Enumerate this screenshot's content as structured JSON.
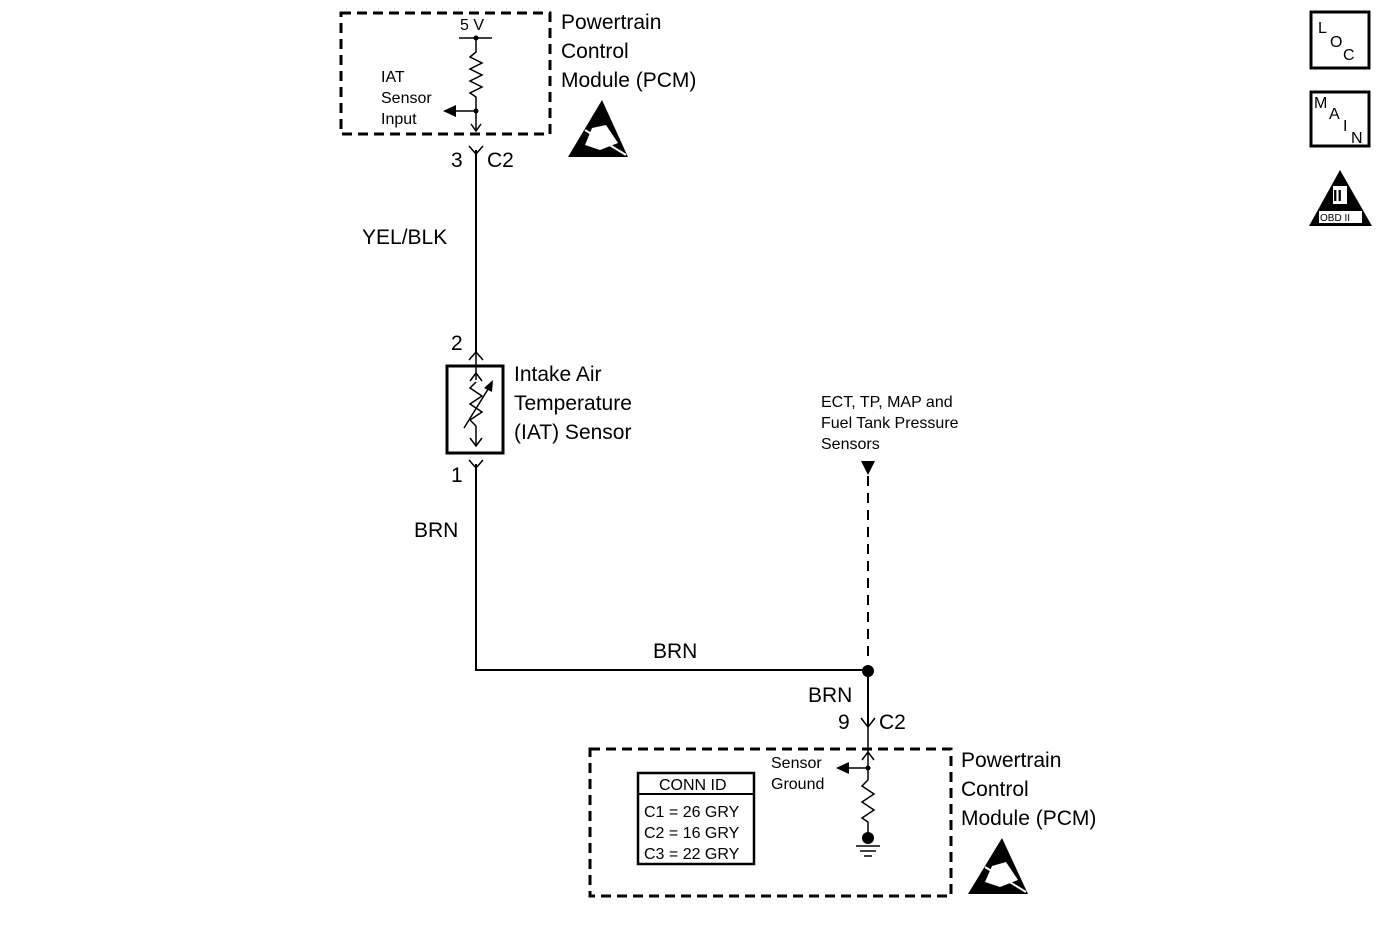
{
  "pcm_top": {
    "title_lines": [
      "Powertrain",
      "Control",
      "Module (PCM)"
    ],
    "voltage": "5 V",
    "input_label_lines": [
      "IAT",
      "Sensor",
      "Input"
    ],
    "pin": "3",
    "connector": "C2"
  },
  "wire_top": {
    "color_label": "YEL/BLK"
  },
  "iat_sensor": {
    "title_lines": [
      "Intake Air",
      "Temperature",
      "(IAT) Sensor"
    ],
    "pin_top": "2",
    "pin_bottom": "1"
  },
  "wire_left": {
    "color_label": "BRN"
  },
  "wire_horizontal": {
    "color_label": "BRN"
  },
  "other_sensors": {
    "label_lines": [
      "ECT, TP, MAP and",
      "Fuel Tank Pressure",
      "Sensors"
    ]
  },
  "wire_bottom": {
    "color_label": "BRN"
  },
  "pcm_bottom": {
    "title_lines": [
      "Powertrain",
      "Control",
      "Module (PCM)"
    ],
    "ground_label_lines": [
      "Sensor",
      "Ground"
    ],
    "pin": "9",
    "connector": "C2",
    "conn_id": {
      "header": "CONN ID",
      "rows": [
        "C1 = 26 GRY",
        "C2 = 16 GRY",
        "C3 = 22 GRY"
      ]
    }
  },
  "side_icons": {
    "loc_letters": [
      "L",
      "O",
      "C"
    ],
    "main_letters": [
      "M",
      "A",
      "I",
      "N"
    ],
    "obd_numeral": "II",
    "obd_label": "OBD II"
  },
  "icons": [
    "esd-warning-icon",
    "loc-icon",
    "main-icon",
    "obd-ii-icon"
  ]
}
